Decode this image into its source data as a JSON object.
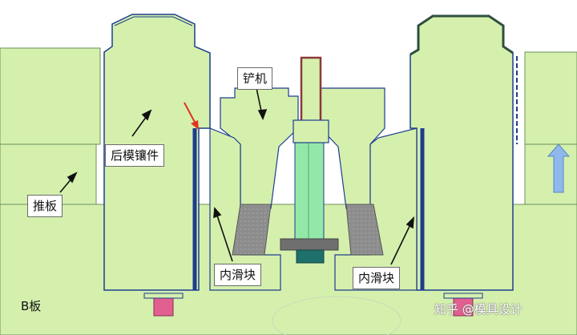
{
  "labels": {
    "shovel": "铲机",
    "rear_insert": "后模镶件",
    "push_plate": "推板",
    "inner_slider_left": "内滑块",
    "inner_slider_right": "内滑块",
    "b_plate": "B板"
  },
  "watermark": "知乎 @模具设计",
  "colors": {
    "plate_fill": "#d5f0ad",
    "outline": "#1d3d8f",
    "slider_grey": "#8a8a8a",
    "green_pin": "#93e8a8",
    "pin_head": "#d9578f",
    "arrow_red": "#e0341f",
    "arrow_blue": "#8fb8ec"
  }
}
